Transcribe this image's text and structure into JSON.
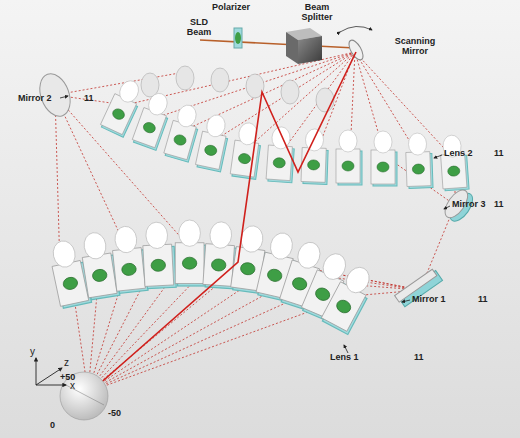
{
  "diagram": {
    "labels": [
      "Polarizer",
      "Beam Splitter",
      "SLD Beam",
      "Scanning Mirror",
      "Mirror 2",
      "11",
      "Lens 2",
      "11",
      "Mirror 3",
      "11",
      "Mirror 1",
      "11",
      "Lens 1",
      "11",
      "+50",
      "0",
      "-50",
      "y",
      "z",
      "x"
    ]
  }
}
